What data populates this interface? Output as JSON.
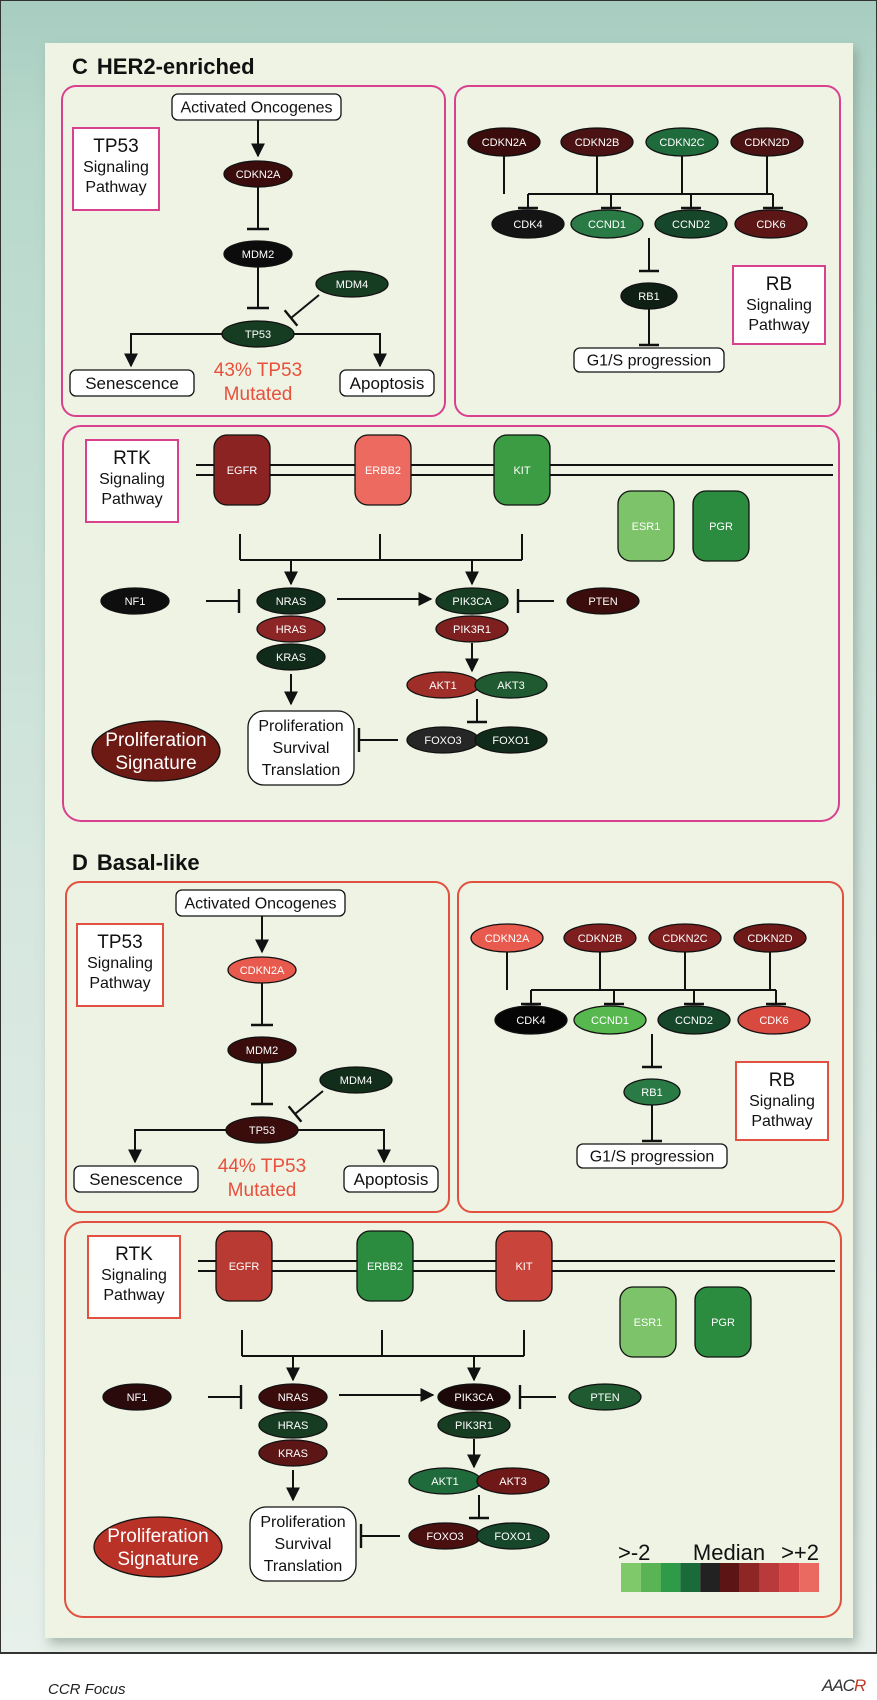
{
  "footer": {
    "journal": "CCR Focus",
    "logo": "AACR"
  },
  "colors": {
    "her2_border": "#d9418f",
    "basal_border": "#e2503f",
    "mutated_text": "#e8503c",
    "panel_bg": "#eef3e4"
  },
  "legend": {
    "low": ">-2",
    "mid": "Median",
    "high": ">+2",
    "scale_colors": [
      "#7fc96a",
      "#5bb454",
      "#2f9a48",
      "#1a6b3a",
      "#222222",
      "#5c1414",
      "#8e2626",
      "#b83a3a",
      "#d64a4a",
      "#ea6a62"
    ]
  },
  "sections": [
    {
      "letter": "C",
      "title": "HER2-enriched",
      "tp53": {
        "title": "TP53",
        "sub": "Signaling",
        "sub2": "Pathway",
        "oncogenes": "Activated Oncogenes",
        "mutated_line1": "43% TP53",
        "mutated_line2": "Mutated",
        "senescence": "Senescence",
        "apoptosis": "Apoptosis",
        "genes": {
          "CDKN2A": {
            "label": "CDKN2A",
            "color": "#3a0c0c"
          },
          "MDM2": {
            "label": "MDM2",
            "color": "#0c0c0c"
          },
          "MDM4": {
            "label": "MDM4",
            "color": "#163d22"
          },
          "TP53": {
            "label": "TP53",
            "color": "#163d22"
          }
        }
      },
      "rb": {
        "title": "RB",
        "sub": "Signaling",
        "sub2": "Pathway",
        "g1s": "G1/S progression",
        "genes": {
          "CDKN2A": {
            "label": "CDKN2A",
            "color": "#3a0c0c"
          },
          "CDKN2B": {
            "label": "CDKN2B",
            "color": "#4a1212"
          },
          "CDKN2C": {
            "label": "CDKN2C",
            "color": "#1f6b3b"
          },
          "CDKN2D": {
            "label": "CDKN2D",
            "color": "#4a1212"
          },
          "CDK4": {
            "label": "CDK4",
            "color": "#141414"
          },
          "CCND1": {
            "label": "CCND1",
            "color": "#2a7a45"
          },
          "CCND2": {
            "label": "CCND2",
            "color": "#16472a"
          },
          "CDK6": {
            "label": "CDK6",
            "color": "#5c1616"
          },
          "RB1": {
            "label": "RB1",
            "color": "#0f1f14"
          }
        }
      },
      "rtk": {
        "title": "RTK",
        "sub": "Signaling",
        "sub2": "Pathway",
        "prolif_sig_1": "Proliferation",
        "prolif_sig_2": "Signature",
        "prolif_sig_color": "#6e1a14",
        "outcome_1": "Proliferation",
        "outcome_2": "Survival",
        "outcome_3": "Translation",
        "receptors": {
          "EGFR": {
            "label": "EGFR",
            "color": "#8c2323"
          },
          "ERBB2": {
            "label": "ERBB2",
            "color": "#ec6a60"
          },
          "KIT": {
            "label": "KIT",
            "color": "#3c9c44"
          },
          "ESR1": {
            "label": "ESR1",
            "color": "#7cc36a"
          },
          "PGR": {
            "label": "PGR",
            "color": "#2b8c3f"
          }
        },
        "genes": {
          "NF1": {
            "label": "NF1",
            "color": "#0e0e0e"
          },
          "NRAS": {
            "label": "NRAS",
            "color": "#112b1a"
          },
          "HRAS": {
            "label": "HRAS",
            "color": "#8c2626"
          },
          "KRAS": {
            "label": "KRAS",
            "color": "#112b1a"
          },
          "PIK3CA": {
            "label": "PIK3CA",
            "color": "#163d22"
          },
          "PIK3R1": {
            "label": "PIK3R1",
            "color": "#7e2020"
          },
          "PTEN": {
            "label": "PTEN",
            "color": "#3a0c0c"
          },
          "AKT1": {
            "label": "AKT1",
            "color": "#a02e28"
          },
          "AKT3": {
            "label": "AKT3",
            "color": "#1f5a30"
          },
          "FOXO3": {
            "label": "FOXO3",
            "color": "#262626"
          },
          "FOXO1": {
            "label": "FOXO1",
            "color": "#112b1a"
          }
        }
      }
    },
    {
      "letter": "D",
      "title": "Basal-like",
      "tp53": {
        "title": "TP53",
        "sub": "Signaling",
        "sub2": "Pathway",
        "oncogenes": "Activated Oncogenes",
        "mutated_line1": "44% TP53",
        "mutated_line2": "Mutated",
        "senescence": "Senescence",
        "apoptosis": "Apoptosis",
        "genes": {
          "CDKN2A": {
            "label": "CDKN2A",
            "color": "#e85a4e"
          },
          "MDM2": {
            "label": "MDM2",
            "color": "#3a0c0c"
          },
          "MDM4": {
            "label": "MDM4",
            "color": "#122e1a"
          },
          "TP53": {
            "label": "TP53",
            "color": "#3a0c0c"
          }
        }
      },
      "rb": {
        "title": "RB",
        "sub": "Signaling",
        "sub2": "Pathway",
        "g1s": "G1/S progression",
        "genes": {
          "CDKN2A": {
            "label": "CDKN2A",
            "color": "#e85a4e"
          },
          "CDKN2B": {
            "label": "CDKN2B",
            "color": "#7e1e1e"
          },
          "CDKN2C": {
            "label": "CDKN2C",
            "color": "#7e1e1e"
          },
          "CDKN2D": {
            "label": "CDKN2D",
            "color": "#6e1818"
          },
          "CDK4": {
            "label": "CDK4",
            "color": "#050505"
          },
          "CCND1": {
            "label": "CCND1",
            "color": "#56b84e"
          },
          "CCND2": {
            "label": "CCND2",
            "color": "#16472a"
          },
          "CDK6": {
            "label": "CDK6",
            "color": "#d84a40"
          },
          "RB1": {
            "label": "RB1",
            "color": "#2a7a45"
          }
        }
      },
      "rtk": {
        "title": "RTK",
        "sub": "Signaling",
        "sub2": "Pathway",
        "prolif_sig_1": "Proliferation",
        "prolif_sig_2": "Signature",
        "prolif_sig_color": "#b83228",
        "outcome_1": "Proliferation",
        "outcome_2": "Survival",
        "outcome_3": "Translation",
        "receptors": {
          "EGFR": {
            "label": "EGFR",
            "color": "#b83a32"
          },
          "ERBB2": {
            "label": "ERBB2",
            "color": "#2b8c3f"
          },
          "KIT": {
            "label": "KIT",
            "color": "#c9443a"
          },
          "ESR1": {
            "label": "ESR1",
            "color": "#7cc36a"
          },
          "PGR": {
            "label": "PGR",
            "color": "#2b8c3f"
          }
        },
        "genes": {
          "NF1": {
            "label": "NF1",
            "color": "#2a0a0a"
          },
          "NRAS": {
            "label": "NRAS",
            "color": "#3a0c0c"
          },
          "HRAS": {
            "label": "HRAS",
            "color": "#163d22"
          },
          "KRAS": {
            "label": "KRAS",
            "color": "#5c1616"
          },
          "PIK3CA": {
            "label": "PIK3CA",
            "color": "#1c0808"
          },
          "PIK3R1": {
            "label": "PIK3R1",
            "color": "#163d22"
          },
          "PTEN": {
            "label": "PTEN",
            "color": "#1f5a30"
          },
          "AKT1": {
            "label": "AKT1",
            "color": "#1f6b3b"
          },
          "AKT3": {
            "label": "AKT3",
            "color": "#6e1818"
          },
          "FOXO3": {
            "label": "FOXO3",
            "color": "#4a1010"
          },
          "FOXO1": {
            "label": "FOXO1",
            "color": "#16472a"
          }
        }
      }
    }
  ]
}
